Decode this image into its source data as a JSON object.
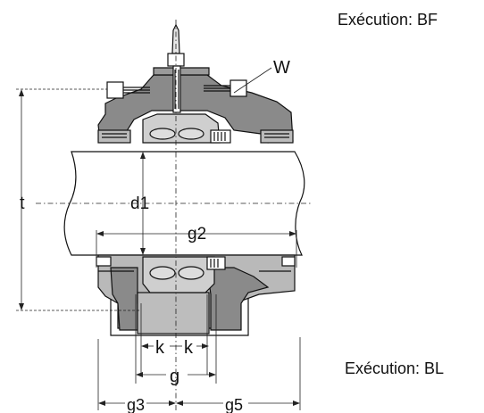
{
  "captions": {
    "top_variant": "Exécution: BF",
    "bottom_variant": "Exécution: BL"
  },
  "dimensions": {
    "W": "W",
    "t": "t",
    "d1": "d1",
    "g2": "g2",
    "k_left": "k",
    "k_right": "k",
    "g": "g",
    "g3": "g3",
    "g5": "g5"
  },
  "colors": {
    "housing_dark": "#8a8a8a",
    "housing_light": "#b9b9b9",
    "shaft": "#ffffff",
    "line": "#111111"
  }
}
